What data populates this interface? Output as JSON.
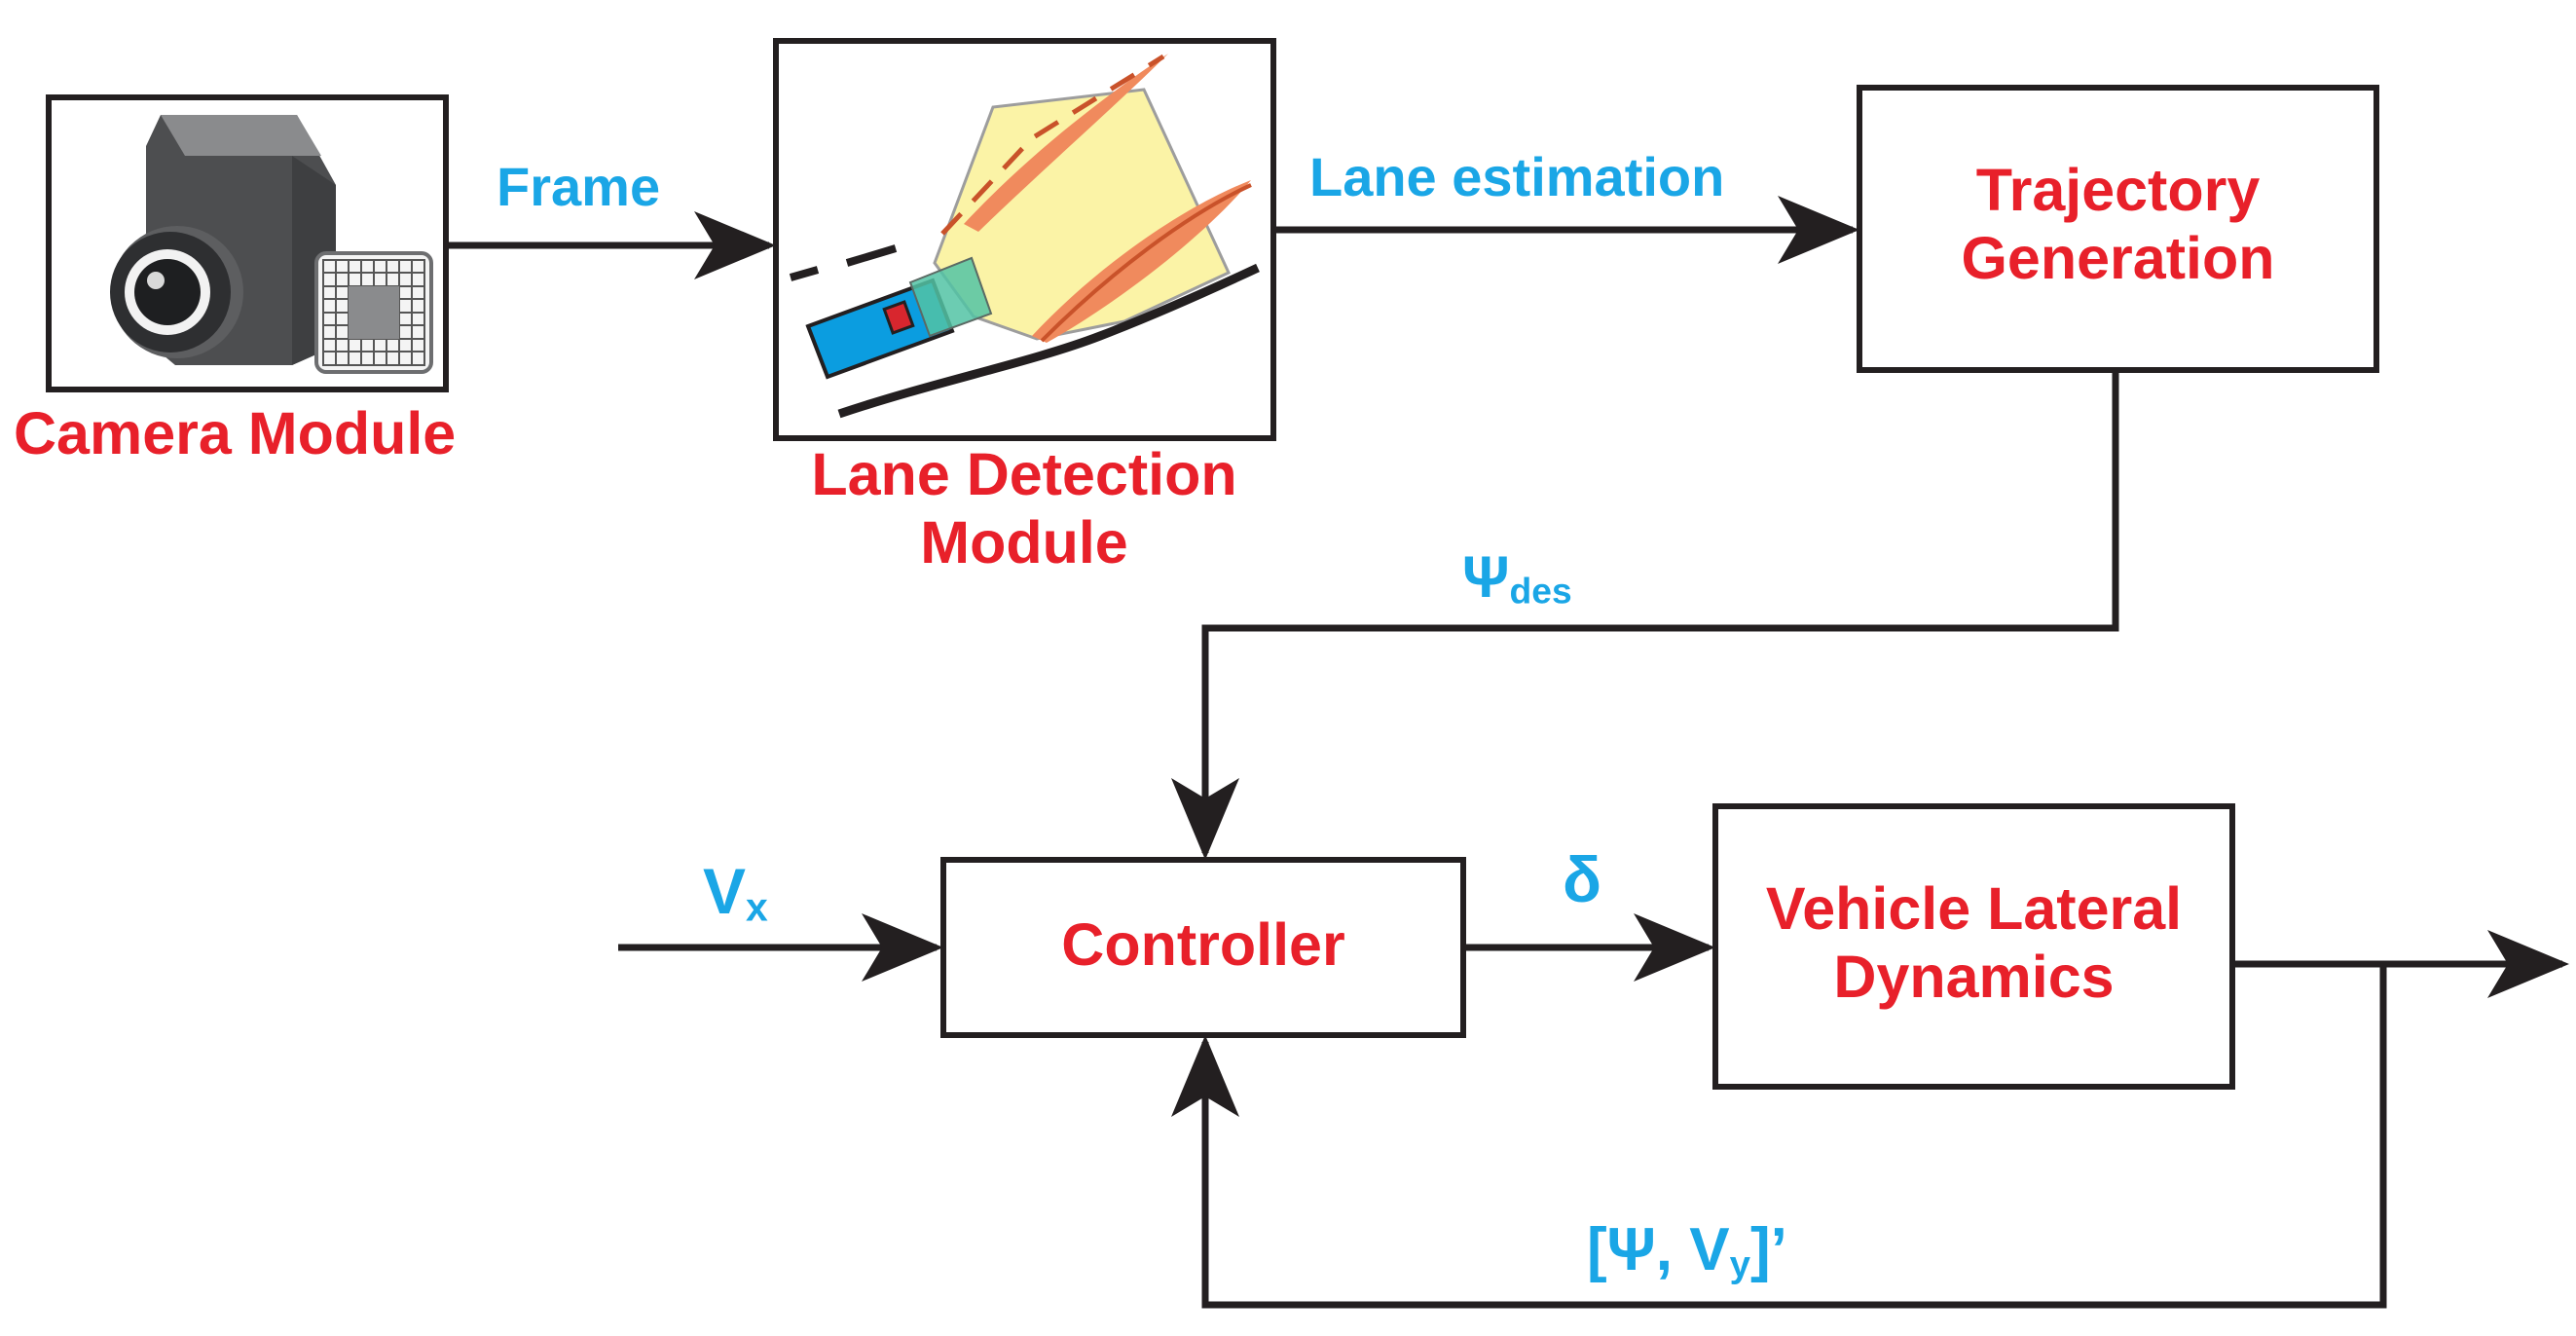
{
  "colors": {
    "block_label": "#e8202a",
    "signal_label": "#1aa6e6",
    "line": "#231f20",
    "camera_body": "#6d6e70",
    "lane_fill": "#fbf3a6",
    "lane_marking": "#f08a5d",
    "vehicle": "#0b9de0",
    "sensor": "#d8262e"
  },
  "blocks": {
    "camera": {
      "label": "Camera Module",
      "icon": "camera-icon"
    },
    "lane_detection": {
      "label_line1": "Lane Detection",
      "label_line2": "Module",
      "icon": "lane-detection-icon"
    },
    "trajectory": {
      "label_line1": "Trajectory",
      "label_line2": "Generation"
    },
    "controller": {
      "label": "Controller"
    },
    "vehicle_dynamics": {
      "label_line1": "Vehicle Lateral",
      "label_line2": "Dynamics"
    }
  },
  "signals": {
    "frame": "Frame",
    "lane_estimation": "Lane estimation",
    "psi_des": {
      "symbol": "Ψ",
      "subscript": "des"
    },
    "vx": {
      "symbol": "V",
      "subscript": "x"
    },
    "delta": "δ",
    "feedback": {
      "open": "[Ψ, V",
      "subscript": "y",
      "close": "]’"
    }
  }
}
